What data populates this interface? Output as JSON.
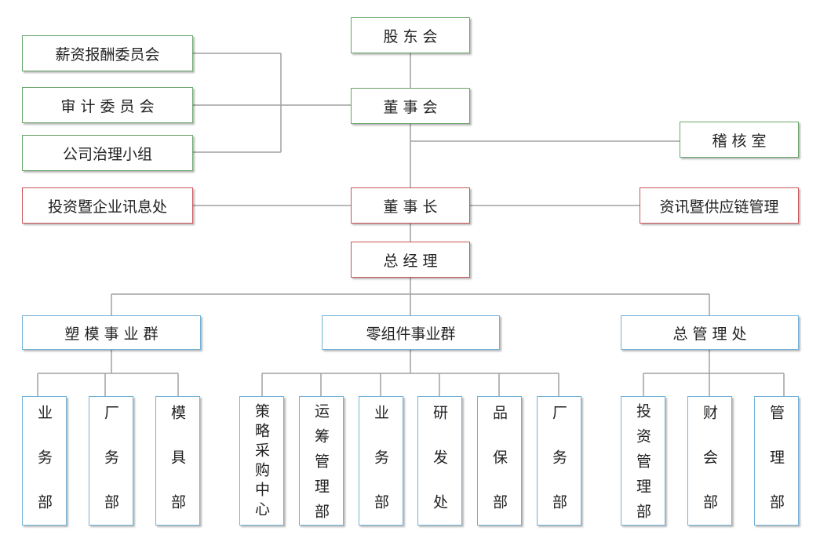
{
  "top": {
    "shareholders": "股 东 会",
    "board": "董 事 会",
    "chairman": "董 事 长",
    "gm": "总 经 理"
  },
  "committees": {
    "compensation": "薪资报酬委员会",
    "audit": "审 计 委 员 会",
    "governance": "公司治理小组"
  },
  "audit_office": "稽 核 室",
  "invest_office": "投资暨企业讯息处",
  "supply_office": "资讯暨供应链管理",
  "groups": {
    "molding": "塑 模 事 业 群",
    "parts": "零组件事业群",
    "admin": "总 管 理 处"
  },
  "departments": {
    "molding": [
      "业务部",
      "厂务部",
      "模具部"
    ],
    "parts": [
      "策略采购中心",
      "运筹管理部",
      "业务部",
      "研发处",
      "品保部",
      "厂务部"
    ],
    "admin": [
      "投资管理部",
      "财会部",
      "管理部"
    ]
  },
  "colors": {
    "governance_border": "#6aa66a",
    "executive_border": "#c9565a",
    "operations_border": "#72b2d8",
    "connector": "#a0a0a0"
  }
}
